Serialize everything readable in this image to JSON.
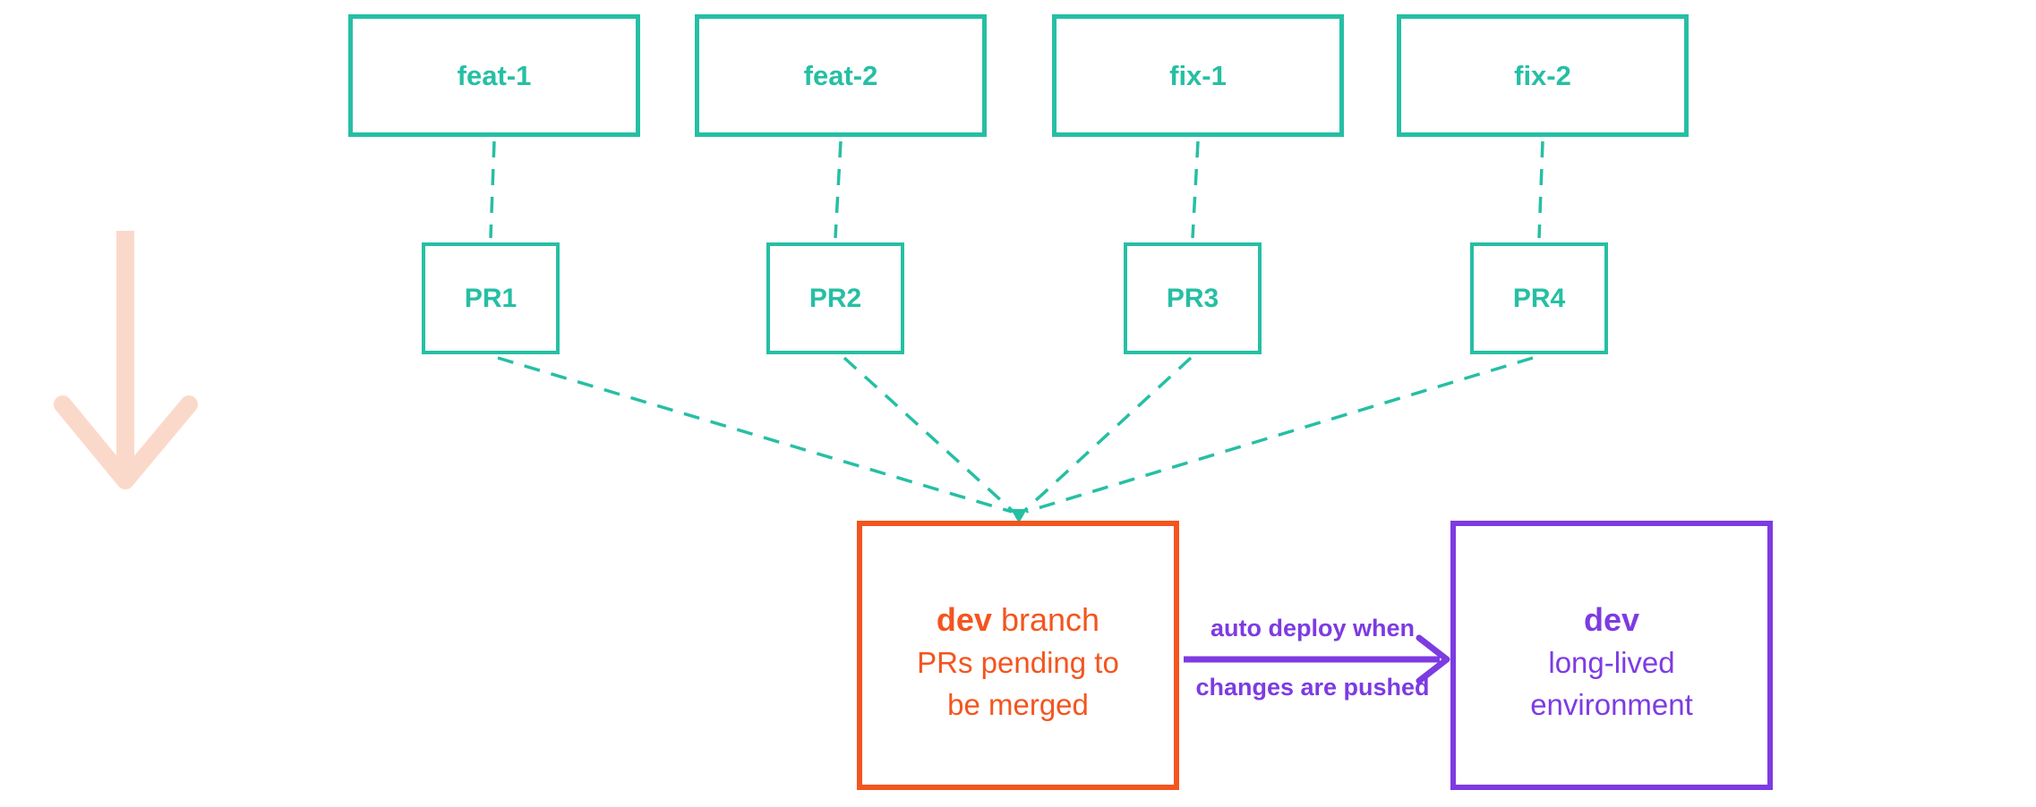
{
  "colors": {
    "teal": "#26bfa4",
    "orange": "#f3551f",
    "purple": "#7d3be2",
    "pink": "#fbd9ca"
  },
  "branch_boxes": [
    {
      "label": "feat-1"
    },
    {
      "label": "feat-2"
    },
    {
      "label": "fix-1"
    },
    {
      "label": "fix-2"
    }
  ],
  "pr_boxes": [
    {
      "label": "PR1"
    },
    {
      "label": "PR2"
    },
    {
      "label": "PR3"
    },
    {
      "label": "PR4"
    }
  ],
  "dev_branch_box": {
    "title_bold": "dev",
    "title_rest": "branch",
    "subtitle_line1": "PRs pending to",
    "subtitle_line2": "be merged"
  },
  "dev_env_box": {
    "title_bold": "dev",
    "subtitle_line1": "long-lived",
    "subtitle_line2": "environment"
  },
  "deploy_arrow": {
    "label_line1": "auto deploy when",
    "label_line2": "changes are pushed"
  }
}
